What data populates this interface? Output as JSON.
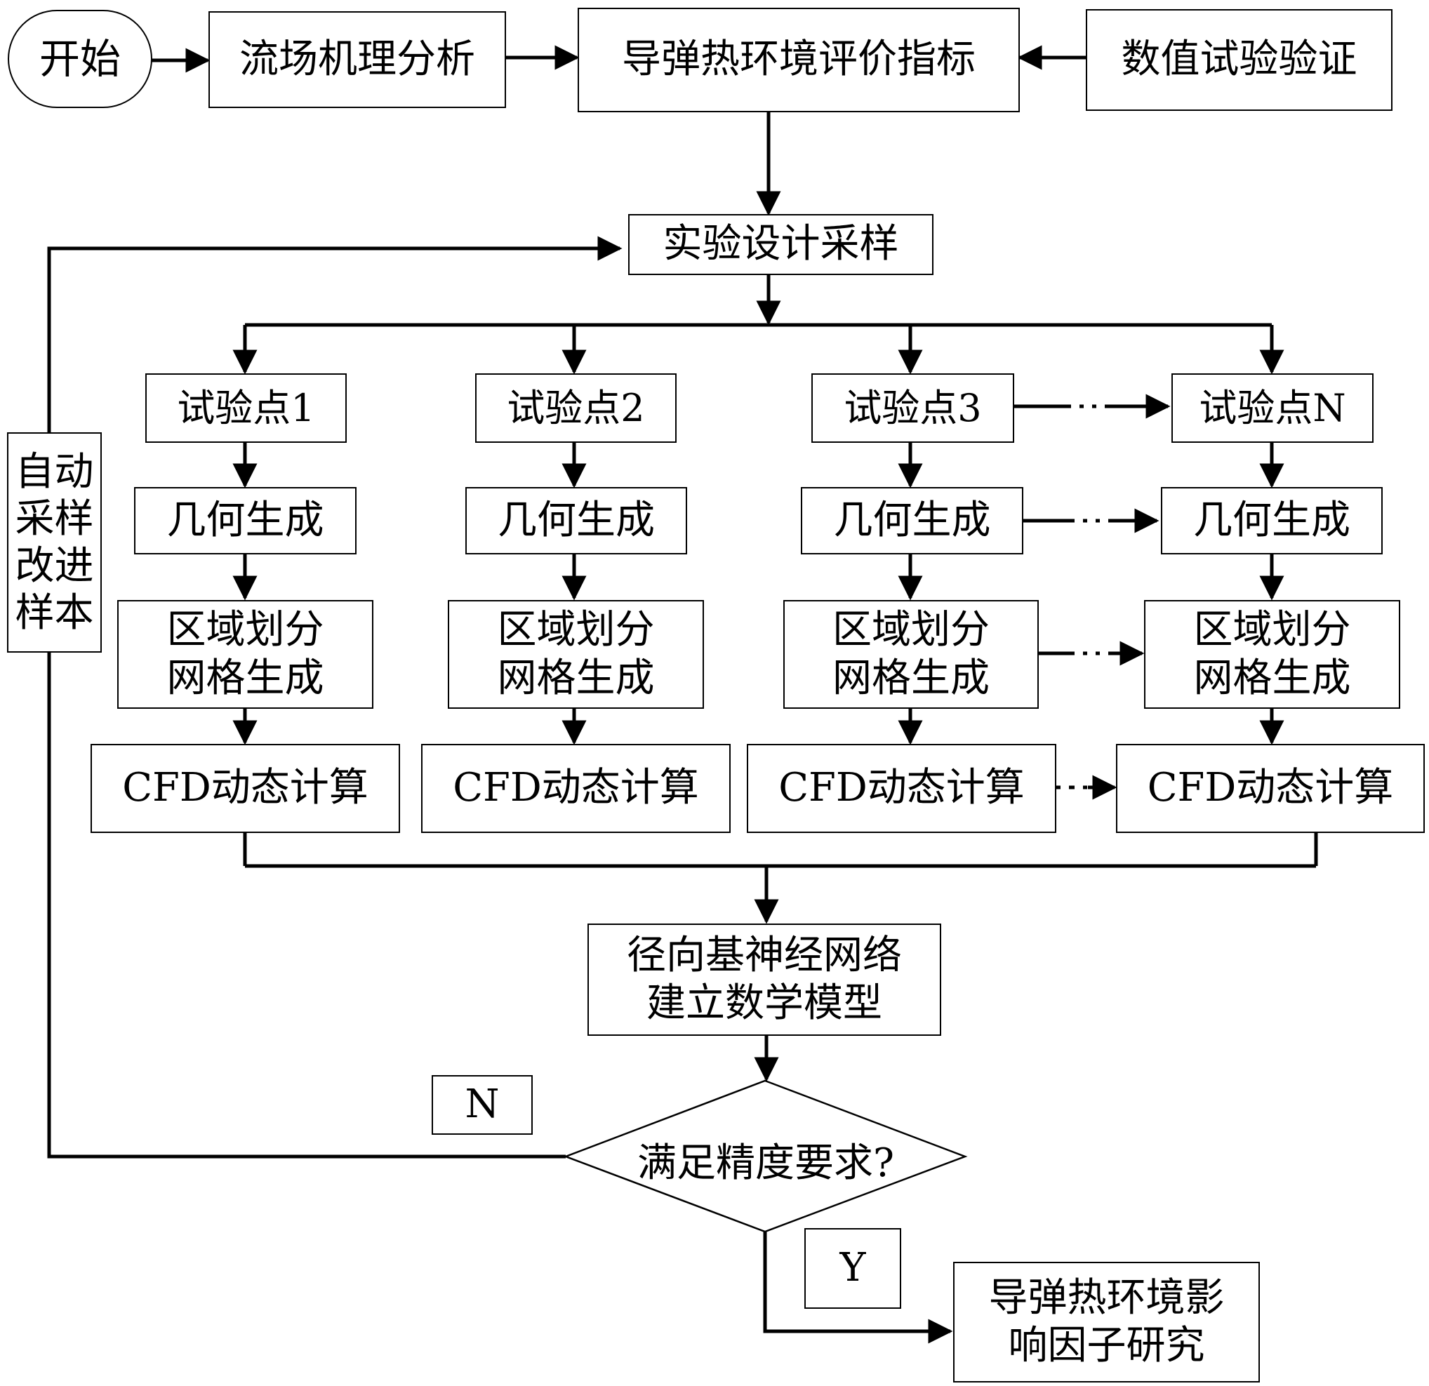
{
  "start": "开始",
  "flow_analysis": "流场机理分析",
  "evaluation_index": "导弹热环境评价指标",
  "numerical_validation": "数值试验验证",
  "doe_sampling": "实验设计采样",
  "test_points": [
    {
      "label": "试验点1",
      "geometry": "几何生成",
      "mesh": [
        "区域划分",
        "网格生成"
      ],
      "cfd": "CFD动态计算"
    },
    {
      "label": "试验点2",
      "geometry": "几何生成",
      "mesh": [
        "区域划分",
        "网格生成"
      ],
      "cfd": "CFD动态计算"
    },
    {
      "label": "试验点3",
      "geometry": "几何生成",
      "mesh": [
        "区域划分",
        "网格生成"
      ],
      "cfd": "CFD动态计算"
    },
    {
      "label": "试验点N",
      "geometry": "几何生成",
      "mesh": [
        "区域划分",
        "网格生成"
      ],
      "cfd": "CFD动态计算"
    }
  ],
  "auto_sampling": [
    "自动",
    "采样",
    "改进",
    "样本"
  ],
  "rbf_model": [
    "径向基神经网络",
    "建立数学模型"
  ],
  "decision": "满足精度要求?",
  "no_label": "N",
  "yes_label": "Y",
  "result": [
    "导弹热环境影",
    "响因子研究"
  ]
}
